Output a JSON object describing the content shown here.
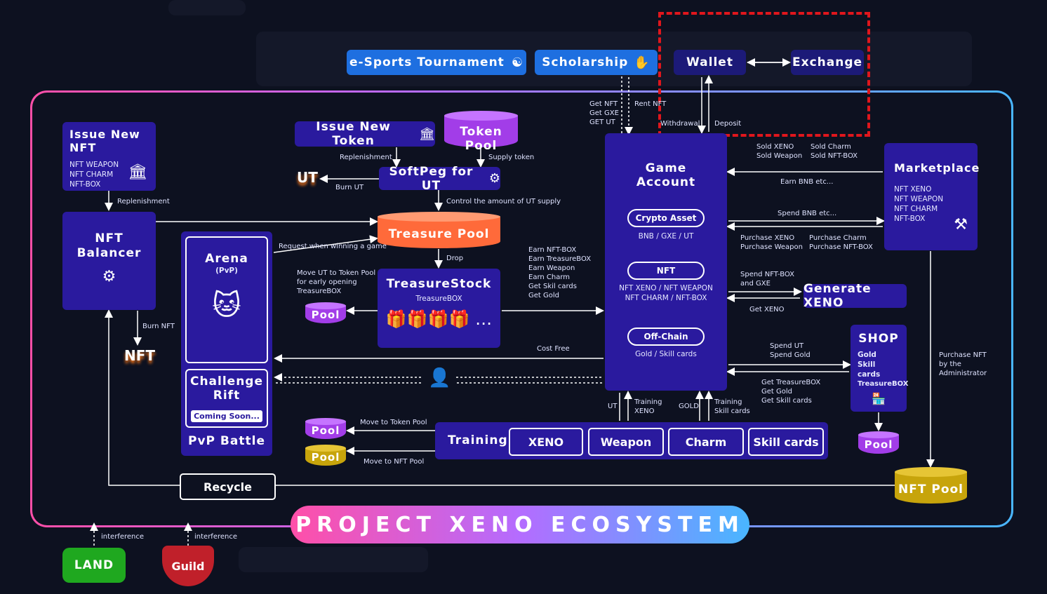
{
  "top": {
    "esports": "e-Sports Tournament",
    "scholarship": "Scholarship",
    "wallet": "Wallet",
    "exchange": "Exchange",
    "withdrawal": "Withdrawal",
    "deposit": "Deposit",
    "get_nft": "Get NFT\nGet GXE\nGET UT",
    "rent_nft": "Rent NFT"
  },
  "issue_nft": {
    "title": "Issue New NFT",
    "items": [
      "NFT WEAPON",
      "NFT CHARM",
      "NFT-BOX"
    ],
    "replenishment": "Replenishment"
  },
  "nft_balancer": {
    "title": "NFT\nBalancer",
    "burn_nft": "Burn NFT",
    "nft_logo": "NFT"
  },
  "issue_token": {
    "title": "Issue New Token",
    "replenishment": "Replenishment"
  },
  "token_pool": {
    "title": "Token Pool",
    "supply_token": "Supply token"
  },
  "softpeg": {
    "title": "SoftPeg for UT",
    "burn_ut": "Burn UT",
    "ut_logo": "UT",
    "control": "Control the amount of  UT supply"
  },
  "treasure_pool": {
    "title": "Treasure Pool",
    "request": "Request when winning a game",
    "drop": "Drop"
  },
  "treasure_stock": {
    "title": "TreasureStock",
    "subtitle": "TreasureBOX",
    "move_ut": "Move UT to Token Pool\nfor early opening\nTreasureBOX",
    "pool": "Pool",
    "earn": "Earn NFT-BOX\nEarn TreasureBOX\nEarn Weapon\nEarn Charm\nGet Skil cards\nGet Gold"
  },
  "pvp": {
    "arena_title": "Arena",
    "arena_sub": "(PvP)",
    "challenge": "Challenge\nRift",
    "coming": "Coming Soon...",
    "battle": "PvP Battle",
    "cost_free": "Cost Free"
  },
  "game_account": {
    "title": "Game\nAccount",
    "crypto": "Crypto Asset",
    "crypto_sub": "BNB / GXE / UT",
    "nft": "NFT",
    "nft_sub": "NFT XENO / NFT WEAPON\nNFT CHARM / NFT-BOX",
    "offchain": "Off-Chain",
    "offchain_sub": "Gold / Skill cards",
    "ut": "UT",
    "training_xeno": "Training\nXENO",
    "gold": "GOLD",
    "training_skill": "Training\nSkill cards"
  },
  "marketplace": {
    "title": "Marketplace",
    "items": [
      "NFT XENO",
      "NFT WEAPON",
      "NFT CHARM",
      "NFT-BOX"
    ],
    "sold_left": "Sold XENO\nSold Weapon",
    "sold_right": "Sold Charm\nSold NFT-BOX",
    "earn_bnb": "Earn BNB etc...",
    "spend_bnb": "Spend BNB etc...",
    "purchase_left": "Purchase XENO\nPurchase Weapon",
    "purchase_right": "Purchase Charm\nPurchase NFT-BOX",
    "purchase_admin": "Purchase NFT\nby the\nAdministrator"
  },
  "generate": {
    "title": "Generate XENO",
    "spend": "Spend NFT-BOX\nand GXE",
    "get": "Get XENO"
  },
  "shop": {
    "title": "SHOP",
    "items": [
      "Gold",
      "Skill cards",
      "TreasureBOX"
    ],
    "spend": "Spend UT\nSpend Gold",
    "get": "Get TreasureBOX\nGet Gold\nGet Skill cards",
    "pool": "Pool"
  },
  "training": {
    "title": "Training",
    "tabs": [
      "XENO",
      "Weapon",
      "Charm",
      "Skill cards"
    ],
    "pool1": "Pool",
    "pool2": "Pool",
    "move_token": "Move to Token Pool",
    "move_nft": "Move to NFT Pool"
  },
  "recycle": "Recycle",
  "nft_pool": "NFT Pool",
  "banner": "PROJECT XENO ECOSYSTEM",
  "bottom": {
    "land": "LAND",
    "guild": "Guild",
    "interference1": "interference",
    "interference2": "interference"
  },
  "colors": {
    "accent": "#ff7a3c",
    "purple": "#a23de8",
    "gold": "#c7a40b",
    "navy": "#2a1a9e",
    "highlight": "#e0161c"
  }
}
